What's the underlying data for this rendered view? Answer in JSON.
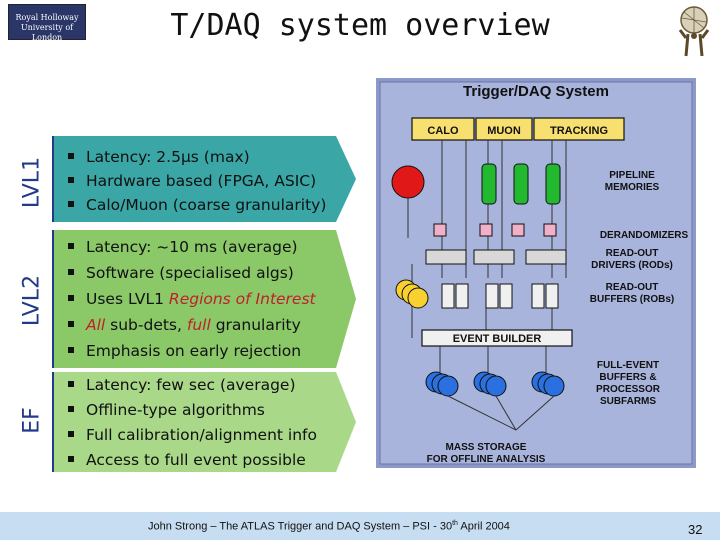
{
  "title": "T/DAQ system overview",
  "logo_left": {
    "line1": "Royal Holloway",
    "line2": "University of London"
  },
  "levels": [
    {
      "label": "LVL1",
      "bullets": [
        {
          "text": "Latency: 2.5μs (max)"
        },
        {
          "text": "Hardware based (FPGA, ASIC)"
        },
        {
          "text": "Calo/Muon (coarse granularity)"
        }
      ]
    },
    {
      "label": "LVL2",
      "bullets": [
        {
          "text": "Latency: ~10 ms (average)"
        },
        {
          "text": "Software (specialised algs)"
        },
        {
          "pre": "Uses LVL1 ",
          "em": "Regions of Interest",
          "post": ""
        },
        {
          "pre": "",
          "em": "All",
          "mid": " sub-dets, ",
          "em2": "full",
          "post": " granularity"
        },
        {
          "text": "Emphasis on early rejection"
        }
      ]
    },
    {
      "label": "EF",
      "bullets": [
        {
          "text": "Latency: few sec (average)"
        },
        {
          "text": "Offline-type algorithms"
        },
        {
          "text": "Full calibration/alignment info"
        },
        {
          "text": "Access to full event possible"
        }
      ]
    }
  ],
  "diagram": {
    "title": "Trigger/DAQ System",
    "boxes": {
      "calo": "CALO",
      "muon": "MUON",
      "tracking": "TRACKING"
    },
    "labels": {
      "pipeline": [
        "PIPELINE",
        "MEMORIES"
      ],
      "derandomizers": "DERANDOMIZERS",
      "rods": [
        "READ-OUT",
        "DRIVERS (RODs)"
      ],
      "robs": [
        "READ-OUT",
        "BUFFERS (ROBs)"
      ],
      "event_builder": "EVENT BUILDER",
      "subfarms": [
        "FULL-EVENT",
        "BUFFERS &",
        "PROCESSOR",
        "SUBFARMS"
      ],
      "mass_storage": [
        "MASS STORAGE",
        "FOR OFFLINE ANALYSIS"
      ]
    }
  },
  "footer": {
    "pre": "John Strong – The ATLAS Trigger and DAQ System – PSI - 30",
    "sup": "th",
    "post": " April 2004"
  },
  "page_number": "32",
  "colors": {
    "accent": "#223a8a",
    "lvl1_band": "#3aa6a6",
    "lvl2_band": "#8ac868",
    "ef_band": "#a8d888",
    "footer": "#c7def2",
    "diagram_bg": "#a8b4dc"
  }
}
